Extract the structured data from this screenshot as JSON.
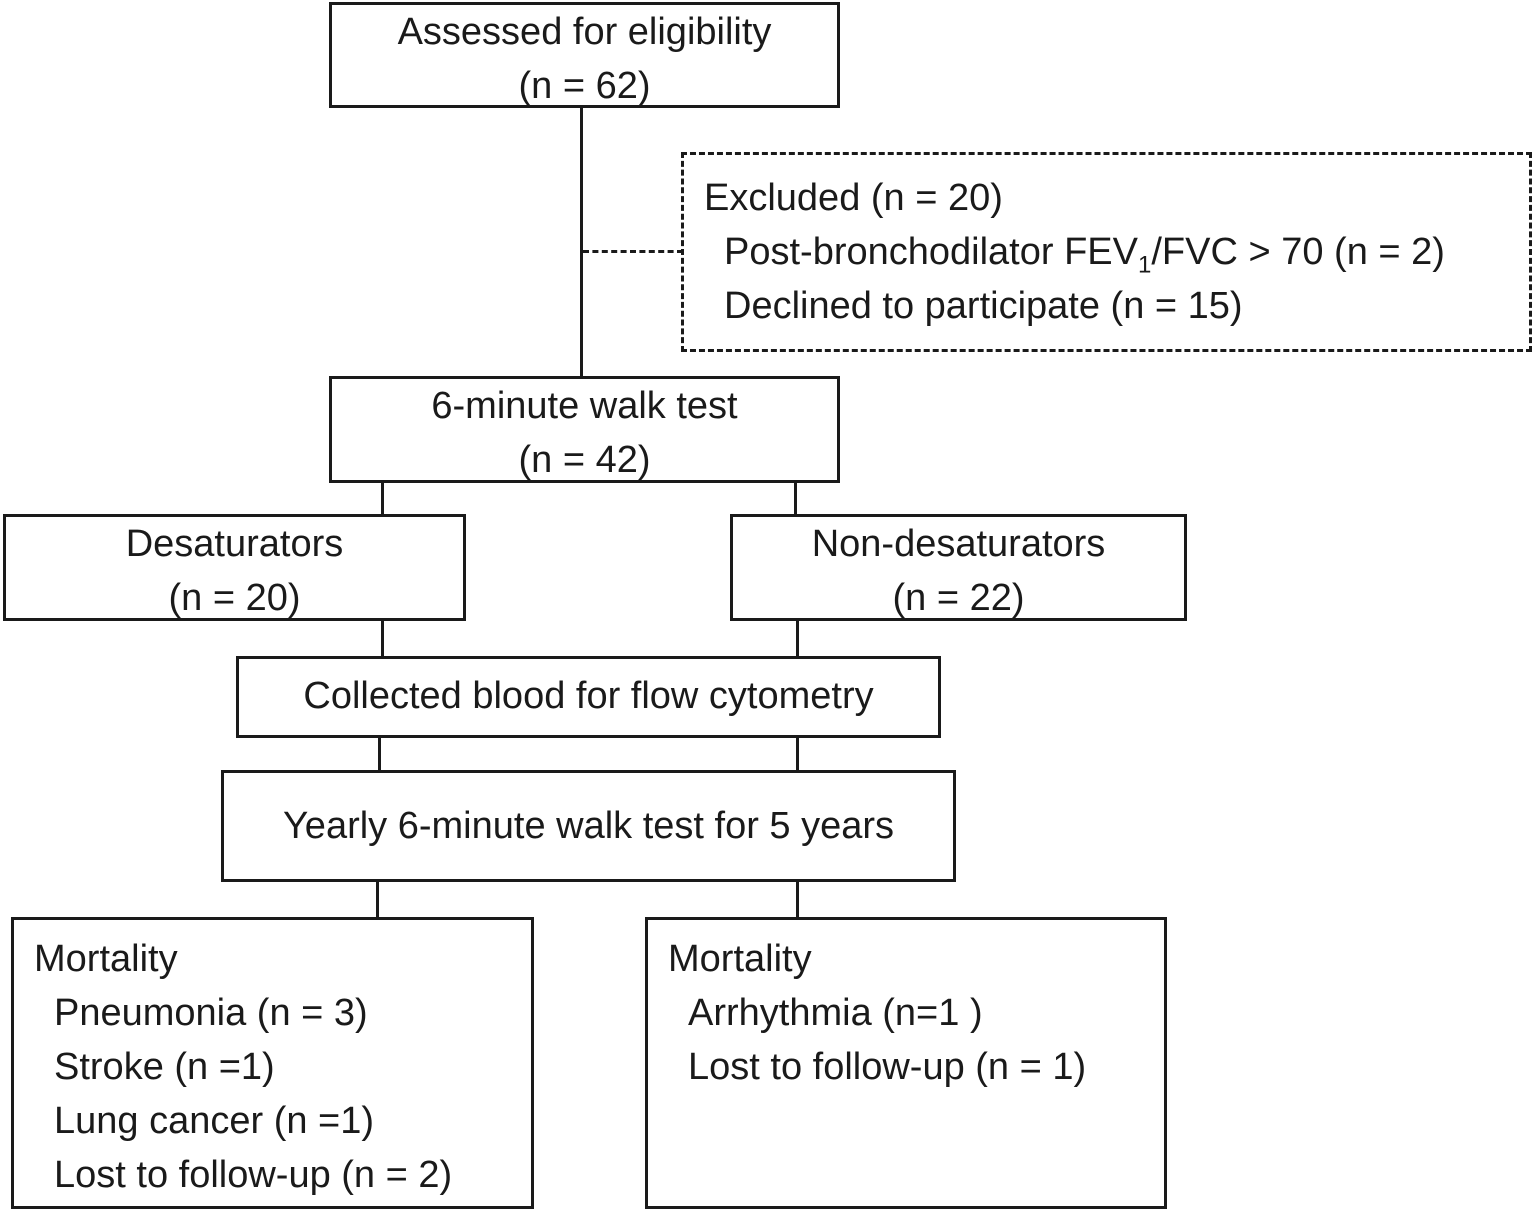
{
  "eligibility": {
    "title": "Assessed for eligibility",
    "count": "(n = 62)"
  },
  "excluded": {
    "title": "Excluded (n = 20)",
    "reason1_pre": "Post-bronchodilator FEV",
    "reason1_sub": "1",
    "reason1_post": "/FVC > 70 (n = 2)",
    "reason2": "Declined to participate (n = 15)"
  },
  "walk_test": {
    "title": "6-minute walk test",
    "count": "(n = 42)"
  },
  "desaturators": {
    "title": "Desaturators",
    "count": "(n = 20)"
  },
  "non_desaturators": {
    "title": "Non-desaturators",
    "count": "(n = 22)"
  },
  "blood": {
    "title": "Collected  blood for flow cytometry"
  },
  "yearly": {
    "title": "Yearly 6-minute walk test for 5 years"
  },
  "mortality_left": {
    "title": "Mortality",
    "items": [
      "Pneumonia (n = 3)",
      "Stroke (n =1)",
      "Lung cancer (n =1)",
      "Lost to follow-up (n = 2)"
    ]
  },
  "mortality_right": {
    "title": "Mortality",
    "items": [
      "Arrhythmia  (n=1 )",
      "Lost to follow-up (n = 1)"
    ]
  }
}
